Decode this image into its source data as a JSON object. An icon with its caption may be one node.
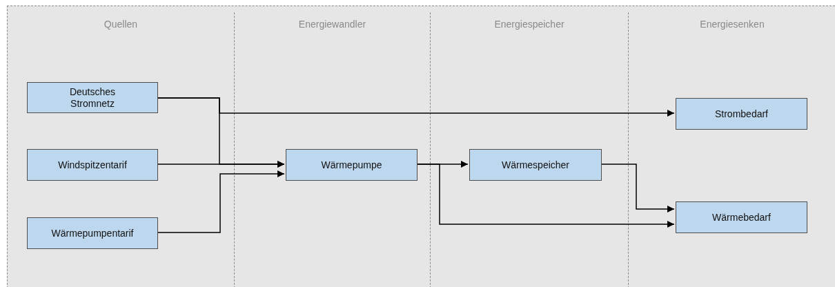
{
  "diagram": {
    "nodes": [
      {
        "text": [
          "Quellen"
        ]
      },
      {
        "text": [
          "Deutsches Stromnetz"
        ],
        "in": 0
      },
      {
        "text": [
          "Windspitzentarif"
        ],
        "in": 0
      },
      {
        "text": [
          "Wärmepumpentarif"
        ],
        "in": 0
      },
      {
        "text": [
          "Energiewandler"
        ]
      },
      {
        "text": [
          "Wärmepumpe"
        ],
        "in": 4
      },
      {
        "text": [
          "Energiespeicher"
        ]
      },
      {
        "text": [
          "Wärmespeicher"
        ],
        "in": 6
      },
      {
        "text": [
          "Energiesenken"
        ]
      },
      {
        "text": [
          "Strombedarf"
        ],
        "in": 8
      },
      {
        "text": [
          "Wärmebedarf"
        ],
        "in": 8
      }
    ],
    "edges": [
      {
        "from": 1,
        "to": 9,
        "arrow": "to"
      },
      {
        "from": 1,
        "to": 5,
        "arrow": "to"
      },
      {
        "from": 2,
        "to": 5,
        "arrow": "to"
      },
      {
        "from": 3,
        "to": 5,
        "arrow": "to"
      },
      {
        "from": 5,
        "to": 7,
        "arrow": "to"
      },
      {
        "from": 5,
        "to": 10,
        "arrow": "to"
      },
      {
        "from": 7,
        "to": 10,
        "arrow": "to"
      }
    ]
  }
}
